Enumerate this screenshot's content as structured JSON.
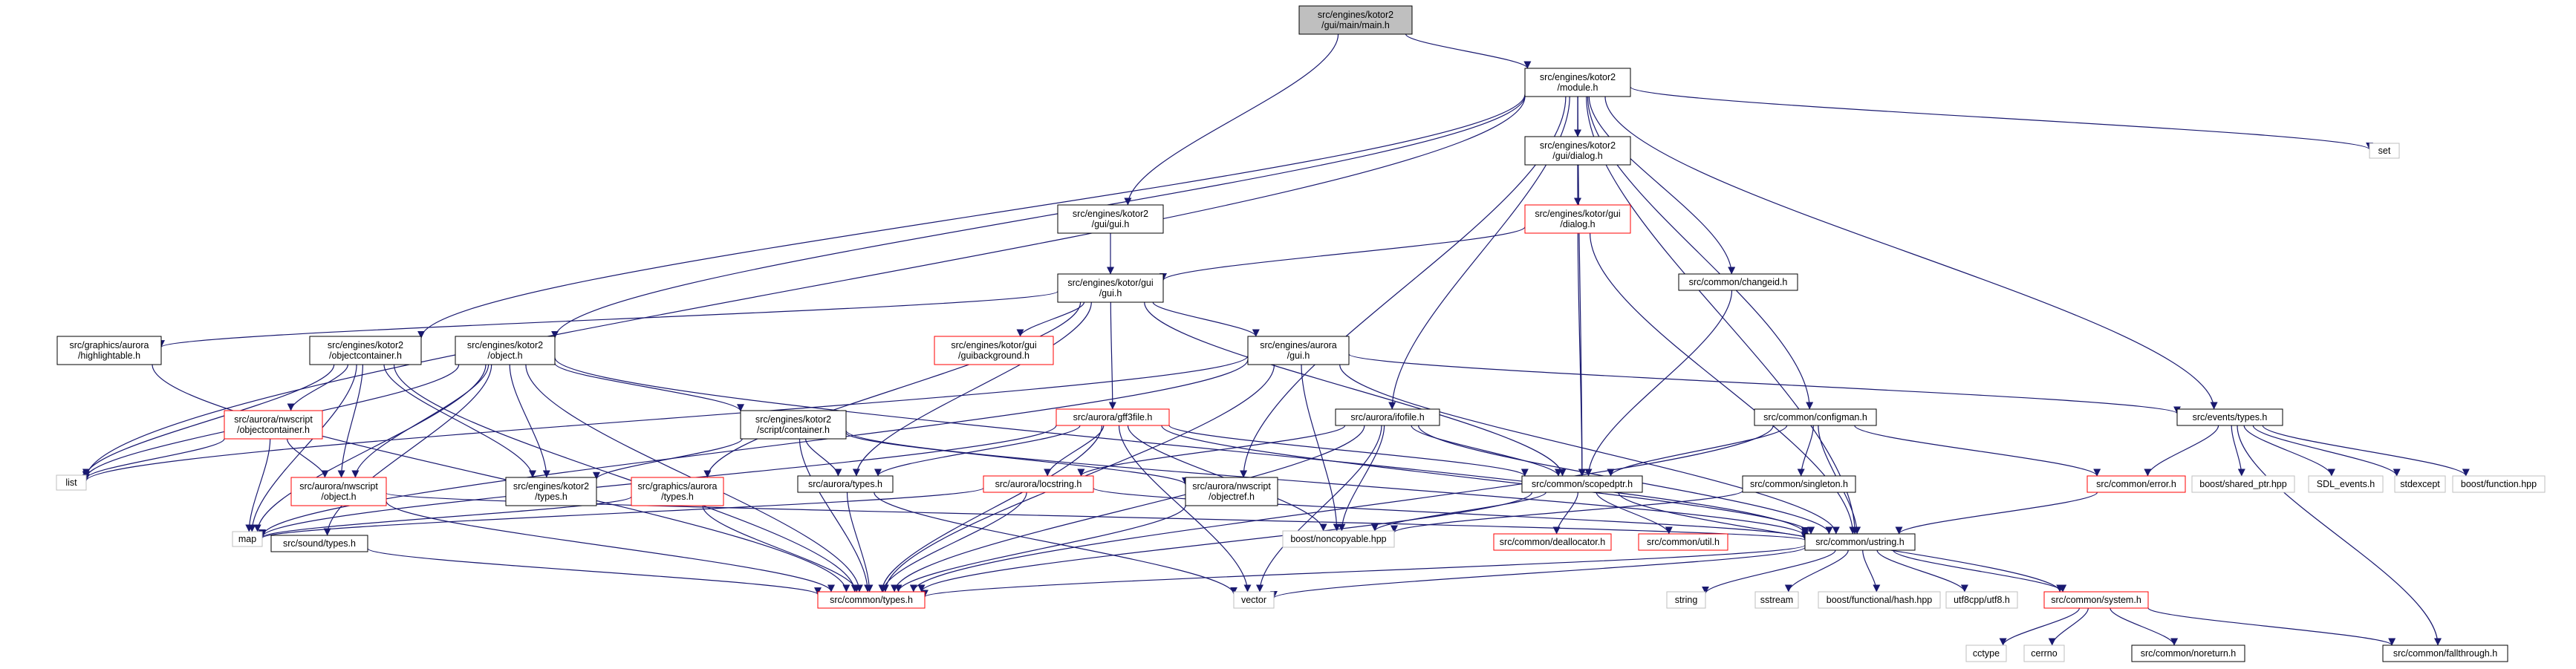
{
  "colors": {
    "root_fill": "#bfbfbf",
    "default_border": "#000000",
    "incomplete_border": "#ff0000",
    "system_border": "#bfbfbf",
    "edge": "#191970",
    "background": "#ffffff"
  },
  "nodes": [
    {
      "id": "main",
      "lines": [
        "src/engines/kotor2",
        "/gui/main/main.h"
      ],
      "kind": "root"
    },
    {
      "id": "module",
      "lines": [
        "src/engines/kotor2",
        "/module.h"
      ],
      "kind": "normal"
    },
    {
      "id": "set",
      "lines": [
        "set"
      ],
      "kind": "system"
    },
    {
      "id": "kgui",
      "lines": [
        "src/engines/kotor2",
        "/gui/gui.h"
      ],
      "kind": "normal"
    },
    {
      "id": "kdialog",
      "lines": [
        "src/engines/kotor2",
        "/gui/dialog.h"
      ],
      "kind": "normal"
    },
    {
      "id": "kgdialog",
      "lines": [
        "src/engines/kotor/gui",
        "/dialog.h"
      ],
      "kind": "incomplete"
    },
    {
      "id": "kggui",
      "lines": [
        "src/engines/kotor/gui",
        "/gui.h"
      ],
      "kind": "normal"
    },
    {
      "id": "changeid",
      "lines": [
        "src/common/changeid.h"
      ],
      "kind": "normal"
    },
    {
      "id": "highlight",
      "lines": [
        "src/graphics/aurora",
        "/highlightable.h"
      ],
      "kind": "normal"
    },
    {
      "id": "objcont",
      "lines": [
        "src/engines/kotor2",
        "/objectcontainer.h"
      ],
      "kind": "normal"
    },
    {
      "id": "object",
      "lines": [
        "src/engines/kotor2",
        "/object.h"
      ],
      "kind": "normal"
    },
    {
      "id": "guibg",
      "lines": [
        "src/engines/kotor/gui",
        "/guibackground.h"
      ],
      "kind": "incomplete"
    },
    {
      "id": "agui",
      "lines": [
        "src/engines/aurora",
        "/gui.h"
      ],
      "kind": "normal"
    },
    {
      "id": "evtypes",
      "lines": [
        "src/events/types.h"
      ],
      "kind": "normal"
    },
    {
      "id": "nwobjcont",
      "lines": [
        "src/aurora/nwscript",
        "/objectcontainer.h"
      ],
      "kind": "incomplete"
    },
    {
      "id": "scontainer",
      "lines": [
        "src/engines/kotor2",
        "/script/container.h"
      ],
      "kind": "normal"
    },
    {
      "id": "gff3",
      "lines": [
        "src/aurora/gff3file.h"
      ],
      "kind": "incomplete"
    },
    {
      "id": "ifofile",
      "lines": [
        "src/aurora/ifofile.h"
      ],
      "kind": "normal"
    },
    {
      "id": "configman",
      "lines": [
        "src/common/configman.h"
      ],
      "kind": "normal"
    },
    {
      "id": "list",
      "lines": [
        "list"
      ],
      "kind": "system"
    },
    {
      "id": "nwobject",
      "lines": [
        "src/aurora/nwscript",
        "/object.h"
      ],
      "kind": "incomplete"
    },
    {
      "id": "k2types",
      "lines": [
        "src/engines/kotor2",
        "/types.h"
      ],
      "kind": "normal"
    },
    {
      "id": "gatypes",
      "lines": [
        "src/graphics/aurora",
        "/types.h"
      ],
      "kind": "incomplete"
    },
    {
      "id": "atypes",
      "lines": [
        "src/aurora/types.h"
      ],
      "kind": "normal"
    },
    {
      "id": "locstring",
      "lines": [
        "src/aurora/locstring.h"
      ],
      "kind": "incomplete"
    },
    {
      "id": "objref",
      "lines": [
        "src/aurora/nwscript",
        "/objectref.h"
      ],
      "kind": "normal"
    },
    {
      "id": "scopedptr",
      "lines": [
        "src/common/scopedptr.h"
      ],
      "kind": "normal"
    },
    {
      "id": "singleton",
      "lines": [
        "src/common/singleton.h"
      ],
      "kind": "normal"
    },
    {
      "id": "error",
      "lines": [
        "src/common/error.h"
      ],
      "kind": "incomplete"
    },
    {
      "id": "sharedptr",
      "lines": [
        "boost/shared_ptr.hpp"
      ],
      "kind": "system"
    },
    {
      "id": "sdlevents",
      "lines": [
        "SDL_events.h"
      ],
      "kind": "system"
    },
    {
      "id": "stdexcept",
      "lines": [
        "stdexcept"
      ],
      "kind": "system"
    },
    {
      "id": "bfunction",
      "lines": [
        "boost/function.hpp"
      ],
      "kind": "system"
    },
    {
      "id": "map",
      "lines": [
        "map"
      ],
      "kind": "system"
    },
    {
      "id": "noncopyable",
      "lines": [
        "boost/noncopyable.hpp"
      ],
      "kind": "system"
    },
    {
      "id": "dealloc",
      "lines": [
        "src/common/deallocator.h"
      ],
      "kind": "incomplete"
    },
    {
      "id": "util",
      "lines": [
        "src/common/util.h"
      ],
      "kind": "incomplete"
    },
    {
      "id": "ustring",
      "lines": [
        "src/common/ustring.h"
      ],
      "kind": "normal"
    },
    {
      "id": "soundtypes",
      "lines": [
        "src/sound/types.h"
      ],
      "kind": "normal"
    },
    {
      "id": "ctypes",
      "lines": [
        "src/common/types.h"
      ],
      "kind": "incomplete"
    },
    {
      "id": "vector",
      "lines": [
        "vector"
      ],
      "kind": "system"
    },
    {
      "id": "string",
      "lines": [
        "string"
      ],
      "kind": "system"
    },
    {
      "id": "sstream",
      "lines": [
        "sstream"
      ],
      "kind": "system"
    },
    {
      "id": "hash",
      "lines": [
        "boost/functional/hash.hpp"
      ],
      "kind": "system"
    },
    {
      "id": "utf8",
      "lines": [
        "utf8cpp/utf8.h"
      ],
      "kind": "system"
    },
    {
      "id": "system",
      "lines": [
        "src/common/system.h"
      ],
      "kind": "incomplete"
    },
    {
      "id": "cctype",
      "lines": [
        "cctype"
      ],
      "kind": "system"
    },
    {
      "id": "cerrno",
      "lines": [
        "cerrno"
      ],
      "kind": "system"
    },
    {
      "id": "noreturn",
      "lines": [
        "src/common/noreturn.h"
      ],
      "kind": "normal"
    },
    {
      "id": "fallthrough",
      "lines": [
        "src/common/fallthrough.h"
      ],
      "kind": "normal"
    }
  ],
  "edges": [
    [
      "main",
      "module"
    ],
    [
      "main",
      "kgui"
    ],
    [
      "module",
      "set"
    ],
    [
      "module",
      "kdialog"
    ],
    [
      "module",
      "changeid"
    ],
    [
      "module",
      "objcont"
    ],
    [
      "module",
      "object"
    ],
    [
      "module",
      "objref"
    ],
    [
      "module",
      "ifofile"
    ],
    [
      "module",
      "scopedptr"
    ],
    [
      "module",
      "configman"
    ],
    [
      "module",
      "evtypes"
    ],
    [
      "module",
      "ustring"
    ],
    [
      "module",
      "list"
    ],
    [
      "kdialog",
      "kgdialog"
    ],
    [
      "kgdialog",
      "kggui"
    ],
    [
      "kgdialog",
      "scopedptr"
    ],
    [
      "kgdialog",
      "ustring"
    ],
    [
      "kgui",
      "kggui"
    ],
    [
      "kggui",
      "highlight"
    ],
    [
      "kggui",
      "guibg"
    ],
    [
      "kggui",
      "agui"
    ],
    [
      "kggui",
      "gff3"
    ],
    [
      "kggui",
      "scopedptr"
    ],
    [
      "kggui",
      "atypes"
    ],
    [
      "kggui",
      "gatypes"
    ],
    [
      "changeid",
      "scopedptr"
    ],
    [
      "highlight",
      "ctypes"
    ],
    [
      "objcont",
      "list"
    ],
    [
      "objcont",
      "map"
    ],
    [
      "objcont",
      "nwobjcont"
    ],
    [
      "objcont",
      "nwobject"
    ],
    [
      "objcont",
      "k2types"
    ],
    [
      "objcont",
      "ctypes"
    ],
    [
      "object",
      "list"
    ],
    [
      "object",
      "nwobject"
    ],
    [
      "object",
      "scontainer"
    ],
    [
      "object",
      "k2types"
    ],
    [
      "object",
      "soundtypes"
    ],
    [
      "object",
      "ustring"
    ],
    [
      "object",
      "ctypes"
    ],
    [
      "object",
      "map"
    ],
    [
      "agui",
      "list"
    ],
    [
      "agui",
      "map"
    ],
    [
      "agui",
      "evtypes"
    ],
    [
      "agui",
      "noncopyable"
    ],
    [
      "agui",
      "ustring"
    ],
    [
      "agui",
      "ctypes"
    ],
    [
      "evtypes",
      "error"
    ],
    [
      "evtypes",
      "sharedptr"
    ],
    [
      "evtypes",
      "sdlevents"
    ],
    [
      "evtypes",
      "stdexcept"
    ],
    [
      "evtypes",
      "bfunction"
    ],
    [
      "evtypes",
      "fallthrough"
    ],
    [
      "nwobjcont",
      "list"
    ],
    [
      "nwobjcont",
      "nwobject"
    ],
    [
      "nwobjcont",
      "map"
    ],
    [
      "scontainer",
      "k2types"
    ],
    [
      "scontainer",
      "atypes"
    ],
    [
      "scontainer",
      "objref"
    ],
    [
      "scontainer",
      "ustring"
    ],
    [
      "scontainer",
      "ctypes"
    ],
    [
      "gff3",
      "map"
    ],
    [
      "gff3",
      "vector"
    ],
    [
      "gff3",
      "noncopyable"
    ],
    [
      "gff3",
      "scopedptr"
    ],
    [
      "gff3",
      "ustring"
    ],
    [
      "gff3",
      "atypes"
    ],
    [
      "gff3",
      "locstring"
    ],
    [
      "gff3",
      "ctypes"
    ],
    [
      "ifofile",
      "vector"
    ],
    [
      "ifofile",
      "noncopyable"
    ],
    [
      "ifofile",
      "scopedptr"
    ],
    [
      "ifofile",
      "ustring"
    ],
    [
      "ifofile",
      "locstring"
    ],
    [
      "ifofile",
      "ctypes"
    ],
    [
      "configman",
      "scopedptr"
    ],
    [
      "configman",
      "singleton"
    ],
    [
      "configman",
      "error"
    ],
    [
      "configman",
      "ustring"
    ],
    [
      "configman",
      "ctypes"
    ],
    [
      "nwobject",
      "ustring"
    ],
    [
      "nwobject",
      "ctypes"
    ],
    [
      "gatypes",
      "map"
    ],
    [
      "gatypes",
      "ctypes"
    ],
    [
      "atypes",
      "ctypes"
    ],
    [
      "atypes",
      "vector"
    ],
    [
      "locstring",
      "map"
    ],
    [
      "locstring",
      "ustring"
    ],
    [
      "locstring",
      "ctypes"
    ],
    [
      "objref",
      "ctypes"
    ],
    [
      "scopedptr",
      "noncopyable"
    ],
    [
      "scopedptr",
      "dealloc"
    ],
    [
      "scopedptr",
      "util"
    ],
    [
      "scopedptr",
      "system"
    ],
    [
      "scopedptr",
      "ctypes"
    ],
    [
      "singleton",
      "noncopyable"
    ],
    [
      "error",
      "ustring"
    ],
    [
      "ustring",
      "string"
    ],
    [
      "ustring",
      "sstream"
    ],
    [
      "ustring",
      "hash"
    ],
    [
      "ustring",
      "utf8"
    ],
    [
      "ustring",
      "system"
    ],
    [
      "ustring",
      "ctypes"
    ],
    [
      "ustring",
      "vector"
    ],
    [
      "soundtypes",
      "ctypes"
    ],
    [
      "system",
      "cctype"
    ],
    [
      "system",
      "cerrno"
    ],
    [
      "system",
      "noreturn"
    ],
    [
      "system",
      "fallthrough"
    ]
  ]
}
